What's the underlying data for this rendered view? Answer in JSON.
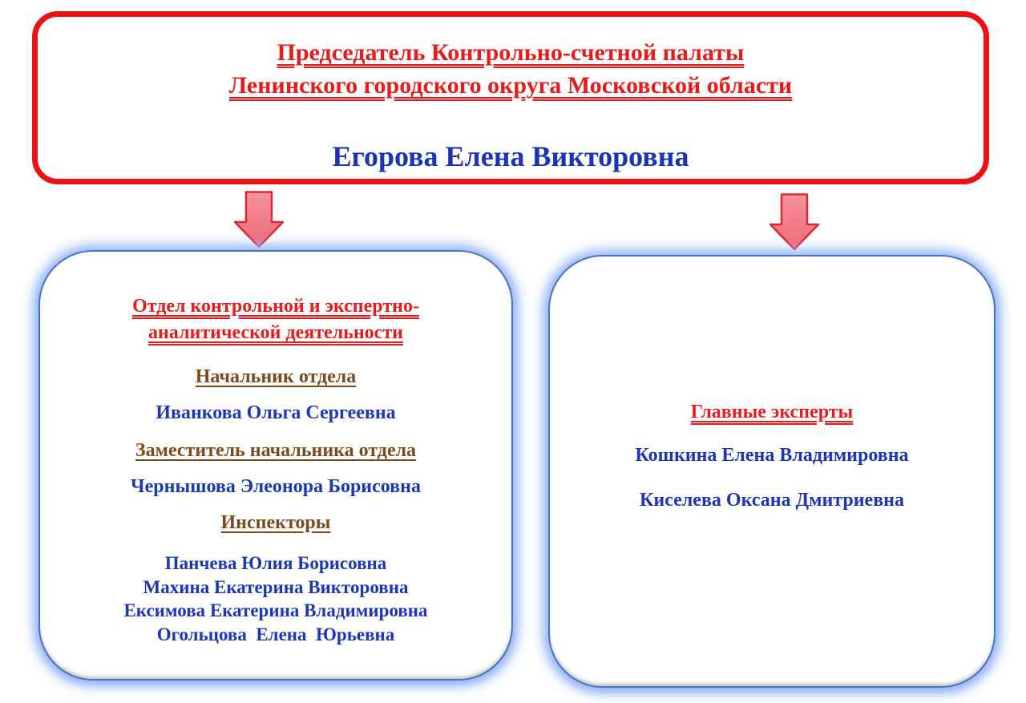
{
  "top_box": {
    "title_line1": "Председатель Контрольно-счетной палаты",
    "title_line2": "Ленинского городского округа Московской области",
    "name": "Егорова Елена Викторовна",
    "border_color": "#ee1111",
    "title_color": "#e81a1a",
    "name_color": "#1b33b8"
  },
  "arrow": {
    "fill": "#f4848c",
    "stroke": "#df2733"
  },
  "dept_box_style": {
    "border_color": "#4a74c0",
    "glow_color": "#a9c4f3"
  },
  "left_box": {
    "title_line1": "Отдел контрольной и экспертно-",
    "title_line2": "аналитической деятельности",
    "title_color": "#e81a1a",
    "sections": [
      {
        "heading": "Начальник отдела",
        "names": [
          "Иванкова Ольга Сергеевна"
        ]
      },
      {
        "heading": "Заместитель начальника отдела",
        "names": [
          "Чернышова Элеонора Борисовна"
        ]
      },
      {
        "heading": "Инспекторы",
        "names": [
          "Панчева Юлия Борисовна",
          "Махина Екатерина Викторовна",
          "Ексимова Екатерина Владимировна",
          "Огольцова  Елена  Юрьевна"
        ]
      }
    ],
    "heading_color": "#7d4a1c",
    "name_color": "#1c36b8"
  },
  "right_box": {
    "title": "Главные эксперты",
    "title_color": "#e81a1a",
    "names": [
      "Кошкина Елена Владимировна",
      "Киселева Оксана Дмитриевна"
    ],
    "name_color": "#1c36b8"
  }
}
